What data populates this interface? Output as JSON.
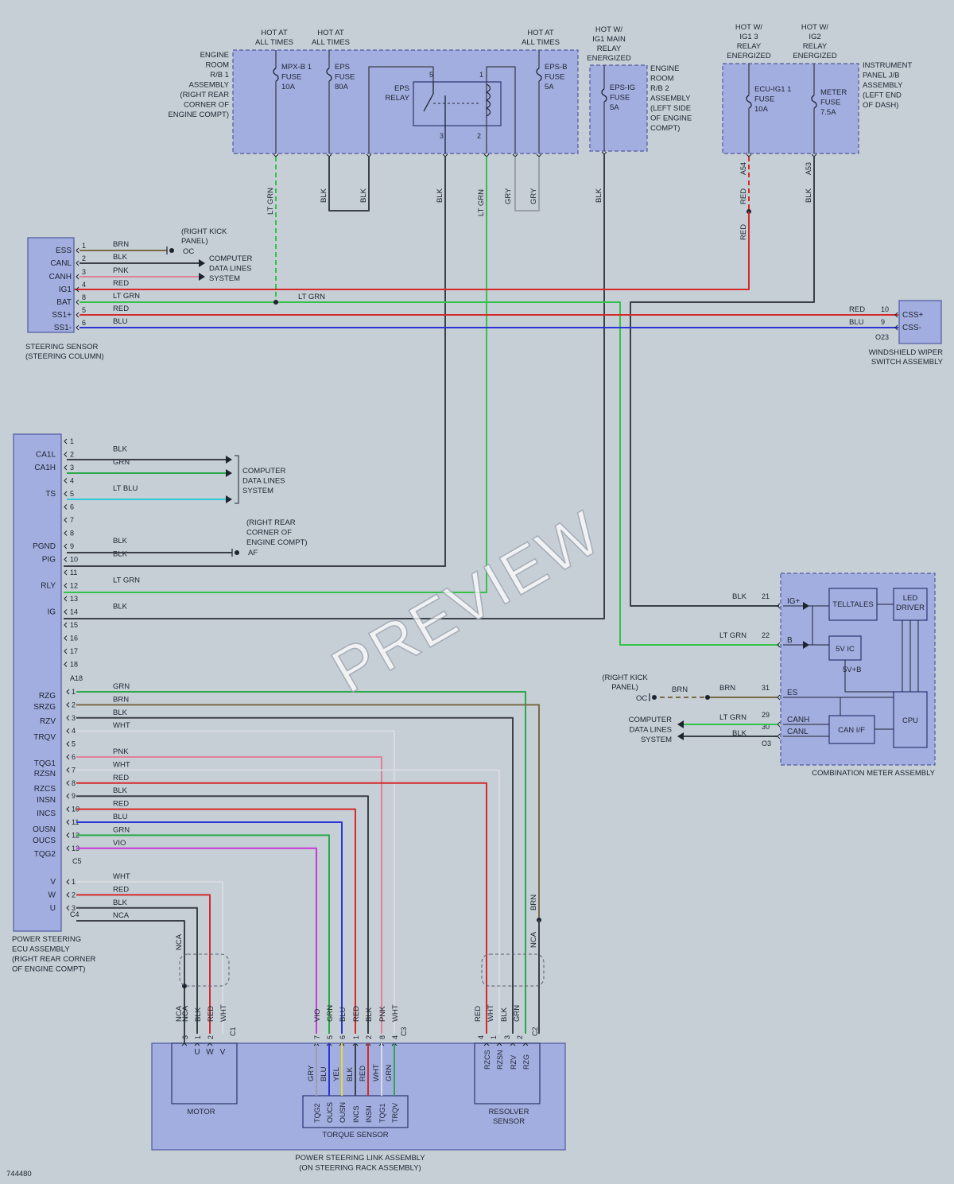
{
  "diagram_id": "744480",
  "watermark": "PREVIEW",
  "power_sources": {
    "hot1": [
      "HOT AT",
      "ALL TIMES"
    ],
    "hot2": [
      "HOT AT",
      "ALL TIMES"
    ],
    "hot3": [
      "HOT AT",
      "ALL TIMES"
    ],
    "hot_ig1main": [
      "HOT W/",
      "IG1 MAIN",
      "RELAY",
      "ENERGIZED"
    ],
    "hot_ig13": [
      "HOT W/",
      "IG1 3",
      "RELAY",
      "ENERGIZED"
    ],
    "hot_ig2": [
      "HOT W/",
      "IG2",
      "RELAY",
      "ENERGIZED"
    ]
  },
  "assemblies": {
    "rb1": [
      "ENGINE",
      "ROOM",
      "R/B 1",
      "ASSEMBLY",
      "(RIGHT REAR",
      "CORNER OF",
      "ENGINE COMPT)"
    ],
    "rb2": [
      "ENGINE",
      "ROOM",
      "R/B 2",
      "ASSEMBLY",
      "(LEFT SIDE",
      "OF ENGINE",
      "COMPT)"
    ],
    "ipjb": [
      "INSTRUMENT",
      "PANEL J/B",
      "ASSEMBLY",
      "(LEFT END",
      "OF DASH)"
    ],
    "steering_sensor": [
      "STEERING SENSOR",
      "(STEERING COLUMN)"
    ],
    "wiper": [
      "WINDSHIELD WIPER",
      "SWITCH ASSEMBLY"
    ],
    "ecu": [
      "POWER STEERING",
      "ECU ASSEMBLY",
      "(RIGHT REAR CORNER",
      "OF ENGINE COMPT)"
    ],
    "meter": "COMBINATION METER ASSEMBLY",
    "link": [
      "POWER STEERING LINK ASSEMBLY",
      "(ON STEERING RACK ASSEMBLY)"
    ],
    "motor": "MOTOR",
    "torque": "TORQUE SENSOR",
    "resolver": [
      "RESOLVER",
      "SENSOR"
    ]
  },
  "fuses": {
    "mpxb1": [
      "MPX-B 1",
      "FUSE",
      "10A"
    ],
    "eps": [
      "EPS",
      "FUSE",
      "80A"
    ],
    "epsb": [
      "EPS-B",
      "FUSE",
      "5A"
    ],
    "epsig": [
      "EPS-IG",
      "FUSE",
      "5A"
    ],
    "ecuig1": [
      "ECU-IG1 1",
      "FUSE",
      "10A"
    ],
    "meter": [
      "METER",
      "FUSE",
      "7.5A"
    ],
    "relay": [
      "EPS",
      "RELAY"
    ]
  },
  "vertical_wires": {
    "v_ltgrn1": "LT GRN",
    "v_blk1": "BLK",
    "v_blk2": "BLK",
    "v_blk3": "BLK",
    "v_ltgrn2": "LT GRN",
    "v_gry1": "GRY",
    "v_gry2": "GRY",
    "v_blk4": "BLK",
    "v_red1": "RED",
    "v_red2": "RED",
    "v_blk5": "BLK",
    "conn_a54": "A54",
    "conn_a53": "A53"
  },
  "relay_pins": {
    "p5": "5",
    "p1": "1",
    "p3": "3",
    "p2": "2"
  },
  "steering_sensor_rows": [
    {
      "sig": "ESS",
      "pin": "1",
      "wire": "BRN"
    },
    {
      "sig": "CANL",
      "pin": "2",
      "wire": "BLK"
    },
    {
      "sig": "CANH",
      "pin": "3",
      "wire": "PNK"
    },
    {
      "sig": "IG1",
      "pin": "4",
      "wire": "RED"
    },
    {
      "sig": "BAT",
      "pin": "8",
      "wire": "LT GRN"
    },
    {
      "sig": "SS1+",
      "pin": "5",
      "wire": "RED"
    },
    {
      "sig": "SS1-",
      "pin": "6",
      "wire": "BLU"
    }
  ],
  "steering_extra": {
    "kick_panel": [
      "(RIGHT KICK",
      "PANEL)"
    ],
    "oc": "OC",
    "data_lines": [
      "COMPUTER",
      "DATA LINES",
      "SYSTEM"
    ],
    "bat_wire": "LT GRN"
  },
  "wiper_rows": [
    {
      "wire": "RED",
      "pin": "10",
      "sig": "CSS+"
    },
    {
      "wire": "BLU",
      "pin": "9",
      "sig": "CSS-"
    }
  ],
  "wiper_conn": "O23",
  "ecu_a18": [
    {
      "pin": "1",
      "sig": "",
      "wire": ""
    },
    {
      "pin": "2",
      "sig": "CA1L",
      "wire": "BLK"
    },
    {
      "pin": "3",
      "sig": "CA1H",
      "wire": "GRN"
    },
    {
      "pin": "4",
      "sig": "",
      "wire": ""
    },
    {
      "pin": "5",
      "sig": "TS",
      "wire": "LT BLU"
    },
    {
      "pin": "6",
      "sig": "",
      "wire": ""
    },
    {
      "pin": "7",
      "sig": "",
      "wire": ""
    },
    {
      "pin": "8",
      "sig": "",
      "wire": ""
    },
    {
      "pin": "9",
      "sig": "PGND",
      "wire": "BLK"
    },
    {
      "pin": "10",
      "sig": "PIG",
      "wire": "BLK"
    },
    {
      "pin": "11",
      "sig": "",
      "wire": ""
    },
    {
      "pin": "12",
      "sig": "RLY",
      "wire": "LT GRN"
    },
    {
      "pin": "13",
      "sig": "",
      "wire": ""
    },
    {
      "pin": "14",
      "sig": "IG",
      "wire": "BLK"
    },
    {
      "pin": "15",
      "sig": "",
      "wire": ""
    },
    {
      "pin": "16",
      "sig": "",
      "wire": ""
    },
    {
      "pin": "17",
      "sig": "",
      "wire": ""
    },
    {
      "pin": "18",
      "sig": "",
      "wire": ""
    }
  ],
  "ecu_a18_label": "A18",
  "ecu_extra": {
    "data_lines": [
      "COMPUTER",
      "DATA LINES",
      "SYSTEM"
    ],
    "ground_loc": [
      "(RIGHT REAR",
      "CORNER OF",
      "ENGINE COMPT)"
    ],
    "af": "AF"
  },
  "ecu_c5": [
    {
      "pin": "1",
      "sig": "RZG",
      "wire": "GRN"
    },
    {
      "pin": "2",
      "sig": "SRZG",
      "wire": "BRN"
    },
    {
      "pin": "3",
      "sig": "RZV",
      "wire": "BLK"
    },
    {
      "pin": "4",
      "sig": "",
      "wire": "WHT"
    },
    {
      "pin": "5",
      "sig": "TRQV",
      "wire": ""
    },
    {
      "pin": "6",
      "sig": "",
      "wire": "PNK"
    },
    {
      "pin": "7",
      "sig": "TQG1",
      "wire": "WHT"
    },
    {
      "pin": "8",
      "sig": "RZSN",
      "wire": "RED"
    },
    {
      "pin": "9",
      "sig": "RZCS",
      "wire": "BLK"
    },
    {
      "pin": "10",
      "sig": "INSN",
      "wire": "RED"
    },
    {
      "pin": "11",
      "sig": "INCS",
      "wire": "BLU"
    },
    {
      "pin": "12",
      "sig": "OUSN",
      "wire": "GRN"
    },
    {
      "pin": "13",
      "sig": "OUCS",
      "wire": "VIO"
    }
  ],
  "ecu_c5_tqg2": "TQG2",
  "ecu_c5_label": "C5",
  "ecu_c4": [
    {
      "pin": "1",
      "sig": "V",
      "wire": "WHT"
    },
    {
      "pin": "2",
      "sig": "W",
      "wire": "RED"
    },
    {
      "pin": "3",
      "sig": "U",
      "wire": "BLK"
    }
  ],
  "ecu_c4_label": "C4",
  "ecu_c4_nca": "NCA",
  "meter_pins": [
    {
      "wire": "BLK",
      "pin": "21",
      "sig": "IG+"
    },
    {
      "wire": "LT GRN",
      "pin": "22",
      "sig": "B"
    },
    {
      "wire": "BRN",
      "pin": "31",
      "sig": "ES"
    },
    {
      "wire": "LT GRN",
      "pin": "29",
      "sig": "CANH"
    },
    {
      "wire": "BLK",
      "pin": "30",
      "sig": "CANL"
    }
  ],
  "meter_conn": "O3",
  "meter_blocks": {
    "telltales": "TELLTALES",
    "led": [
      "LED",
      "DRIVER"
    ],
    "vic": "5V IC",
    "vb": "5V+B",
    "canif": "CAN I/F",
    "cpu": "CPU"
  },
  "meter_extra": {
    "kick_panel": [
      "(RIGHT KICK",
      "PANEL)"
    ],
    "oc": "OC",
    "brn": "BRN",
    "data_lines": [
      "COMPUTER",
      "DATA LINES",
      "SYSTEM"
    ]
  },
  "bottom_wires": {
    "nca1": "NCA",
    "nca2": "NCA",
    "brn_v": "BRN",
    "nca_v": "NCA"
  },
  "c1": {
    "label": "C1",
    "wires": [
      "NCA",
      "BLK",
      "RED",
      "WHT"
    ],
    "pins": [
      "3",
      "1",
      "2"
    ],
    "sigs": [
      "U",
      "W",
      "V"
    ]
  },
  "c3": {
    "label": "C3",
    "wires": [
      "VIO",
      "GRN",
      "BLU",
      "RED",
      "BLK",
      "PNK",
      "WHT"
    ],
    "pins": [
      "7",
      "5",
      "6",
      "1",
      "2",
      "8",
      "4",
      "3"
    ],
    "inner": [
      "GRY",
      "BLU",
      "YEL",
      "BLK",
      "RED",
      "WHT",
      "GRN"
    ],
    "sigs": [
      "TQG2",
      "OUCS",
      "OUSN",
      "INCS",
      "INSN",
      "TQG1",
      "TRQV"
    ]
  },
  "c2": {
    "label": "C2",
    "wires": [
      "RED",
      "WHT",
      "BLK",
      "GRN"
    ],
    "pins": [
      "4",
      "1",
      "3",
      "2"
    ],
    "sigs": [
      "RZCS",
      "RZSN",
      "RZV",
      "RZG"
    ]
  },
  "colors": {
    "BLK": "#3c4148",
    "BRN": "#7a6a45",
    "PNK": "#e0809a",
    "RED": "#d42a2a",
    "LT GRN": "#35c24a",
    "BLU": "#2b35d6",
    "GRN": "#2aa84a",
    "WHT": "#d8dce0",
    "GRY": "#9aa0a6",
    "VIO": "#c43ad6",
    "YEL": "#e8d83a",
    "LT BLU": "#30c8d8"
  }
}
